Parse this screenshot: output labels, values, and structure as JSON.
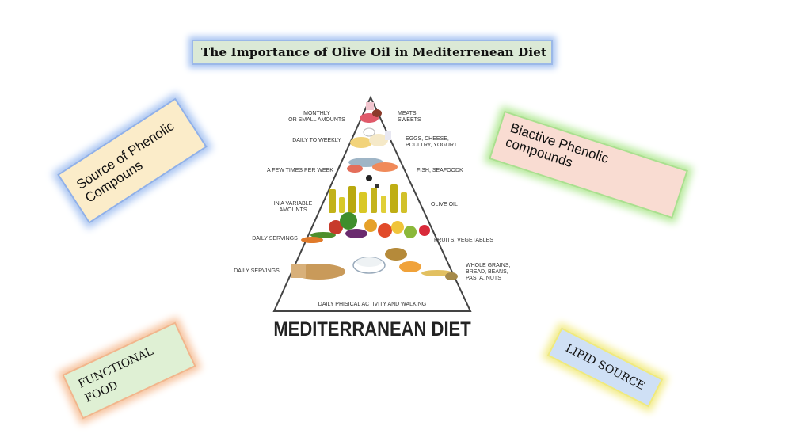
{
  "title": "The Importance of Olive Oil in Mediterrenean Diet",
  "notes": {
    "phenolic_source": "Source of Phenolic Compouns",
    "biactive": "Biactive Phenolic compounds",
    "functional_food": "FUNCTIONAL FOOD",
    "lipid_source": "LIPID SOURCE"
  },
  "pyramid": {
    "left_labels": [
      [
        "MONTHLY",
        "OR SMALL AMOUNTS"
      ],
      [
        "DAILY TO WEEKLY"
      ],
      [
        "A FEW TIMES PER WEEK"
      ],
      [
        "IN A VARIABLE",
        "AMOUNTS"
      ],
      [
        "DAILY SERVINGS"
      ],
      [
        "DAILY SERVINGS"
      ]
    ],
    "right_labels": [
      [
        "MEATS",
        "SWEETS"
      ],
      [
        "EGGS, CHEESE,",
        "POULTRY, YOGURT"
      ],
      [
        "FISH, SEAFOODK"
      ],
      [
        "OLIVE OIL"
      ],
      [
        "FRUITS, VEGETABLES"
      ],
      [
        "WHOLE GRAINS,",
        "BREAD, BEANS,",
        "PASTA, NUTS"
      ]
    ],
    "base_label": "DAILY PHISICAL ACTIVITY AND WALKING",
    "caption": "MEDITERRANEAN DIET"
  },
  "colors": {
    "title_bg": "#dbe9d6",
    "title_glow": "#a8c4f2",
    "phenolic_bg": "#fbecc9",
    "biactive_bg": "#f9dcd2",
    "functional_bg": "#dff0d4",
    "lipid_bg": "#cfe0f5"
  }
}
